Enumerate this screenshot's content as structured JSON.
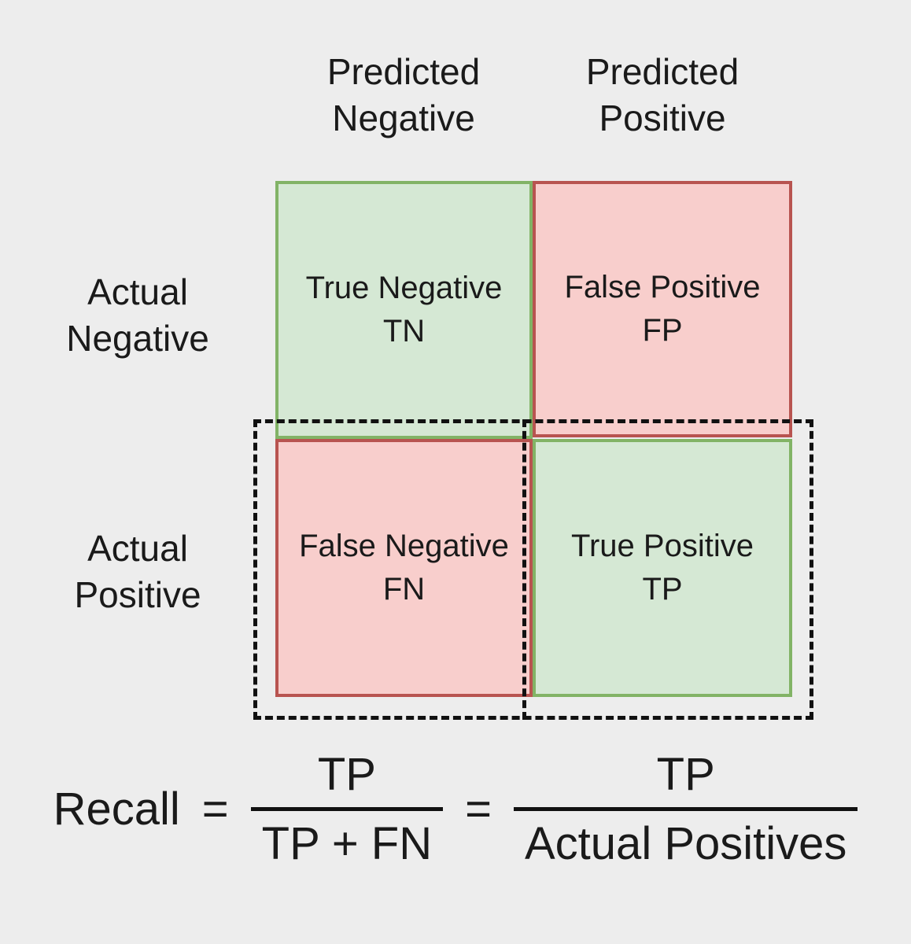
{
  "colors": {
    "background": "#ededed",
    "green_fill": "#d5e8d4",
    "green_border": "#82b366",
    "red_fill": "#f8cecc",
    "red_border": "#b85450",
    "text": "#1a1a1a",
    "dashed_outline": "#111111"
  },
  "matrix": {
    "col_headers": [
      "Predicted\nNegative",
      "Predicted\nPositive"
    ],
    "row_headers": [
      "Actual\nNegative",
      "Actual\nPositive"
    ],
    "cells": [
      {
        "name": "True Negative",
        "abbr": "TN",
        "kind": "green"
      },
      {
        "name": "False Positive",
        "abbr": "FP",
        "kind": "red"
      },
      {
        "name": "False Negative",
        "abbr": "FN",
        "kind": "red"
      },
      {
        "name": "True Positive",
        "abbr": "TP",
        "kind": "green"
      }
    ],
    "highlight": "dashed box around Actual Positive row (FN + TP)"
  },
  "formula": {
    "lhs": "Recall",
    "equals1": "=",
    "frac1_num": "TP",
    "frac1_den": "TP + FN",
    "equals2": "=",
    "frac2_num": "TP",
    "frac2_den": "Actual Positives"
  }
}
